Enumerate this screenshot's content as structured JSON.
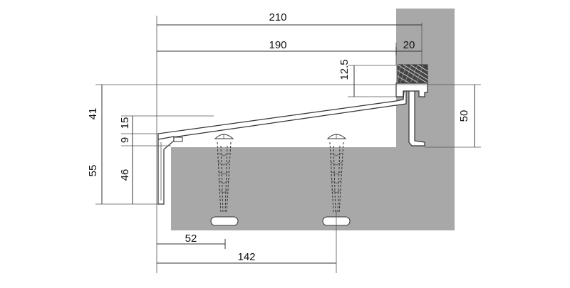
{
  "colors": {
    "wall": "#a8a8a8",
    "background": "#ffffff",
    "line": "#333333",
    "gasket": "#444444"
  },
  "dimensions": {
    "top_total": "210",
    "top_inner": "190",
    "wall_offset": "20",
    "gasket_height": "12.5",
    "height_right": "50",
    "left_upper": "41",
    "left_slope": "15",
    "left_small": "9",
    "left_total": "55",
    "left_front": "46",
    "anchor_1": "52",
    "anchor_2": "142"
  }
}
